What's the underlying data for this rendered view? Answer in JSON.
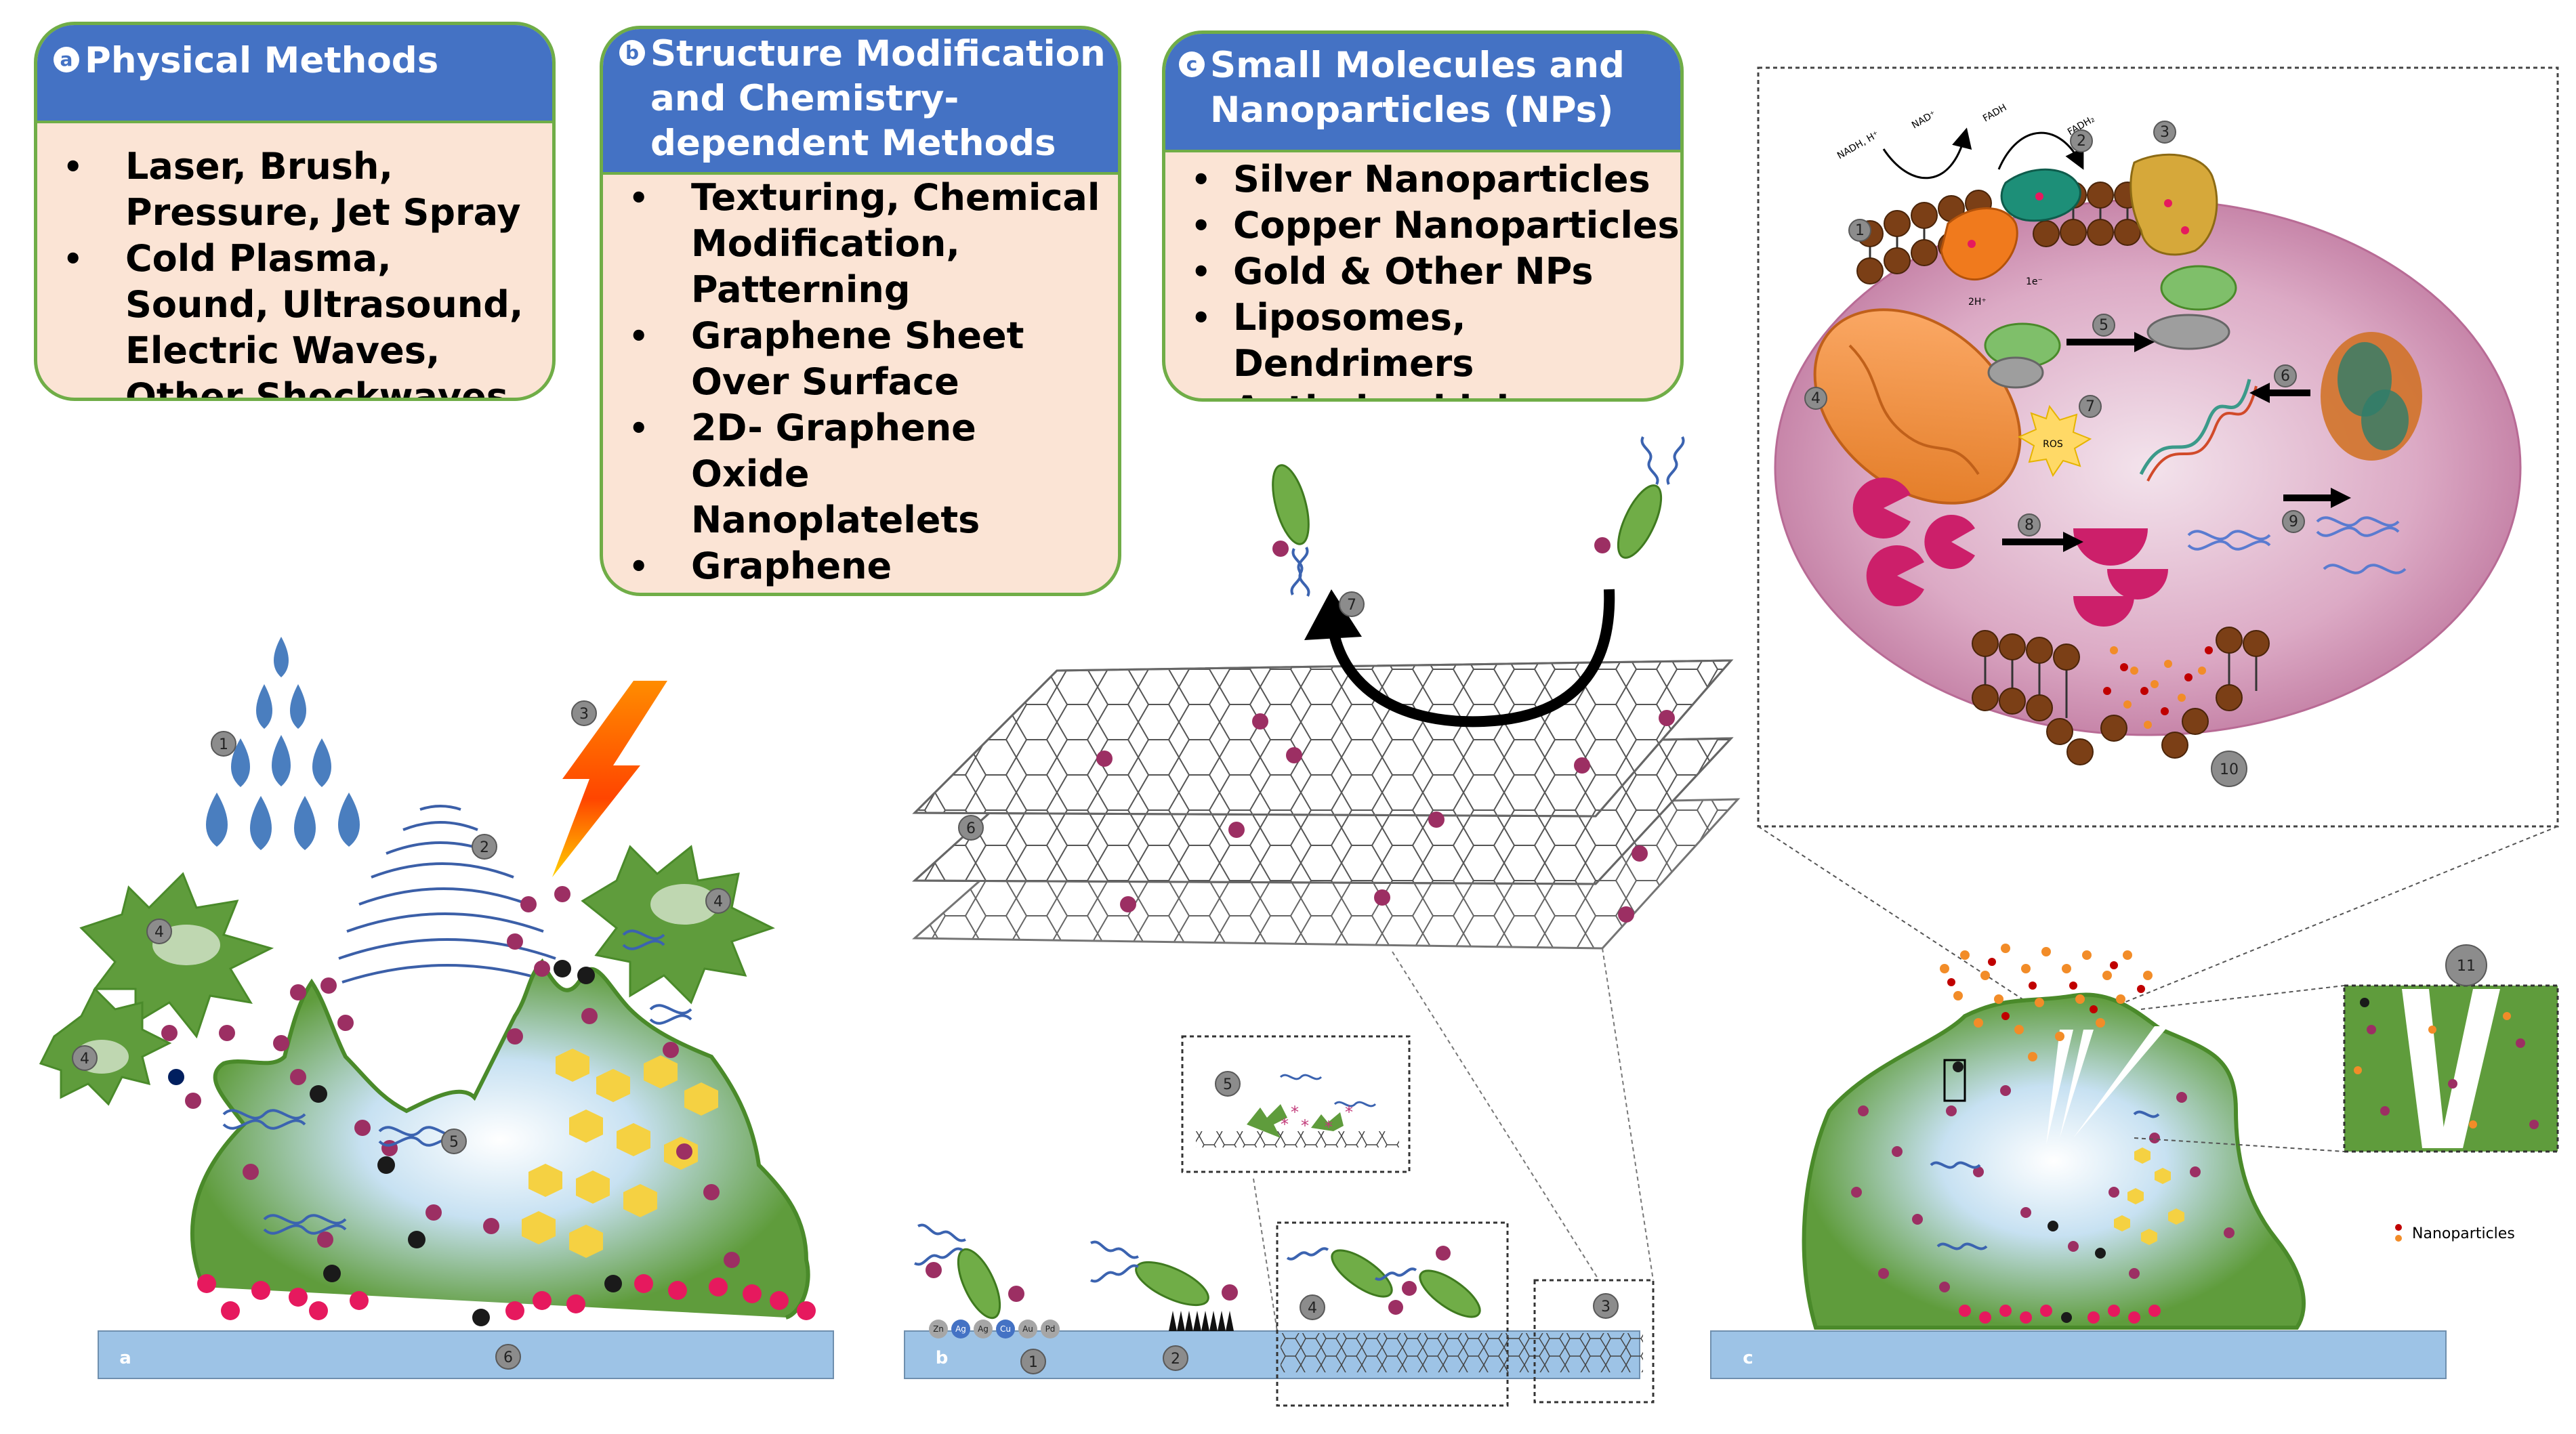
{
  "panels": {
    "a": {
      "badge": "a",
      "title": "Physical Methods",
      "items": [
        "Laser, Brush, Pressure, Jet Spray",
        "Cold Plasma, Sound, Ultrasound, Electric Waves, Other Shockwaves"
      ]
    },
    "b": {
      "badge": "b",
      "title": "Structure Modification and Chemistry-dependent Methods",
      "items": [
        "Texturing, Chemical Modification, Patterning",
        "Graphene Sheet Over Surface",
        "2D- Graphene Oxide Nanoplatelets",
        "Graphene Nanoplatelets"
      ]
    },
    "c": {
      "badge": "c",
      "title": "Small Molecules and Nanoparticles (NPs)",
      "items": [
        "Silver Nanoparticles",
        "Copper Nanoparticles",
        "Gold & Other NPs",
        "Liposomes, Dendrimers",
        "Antimicrobial Peptides"
      ]
    }
  },
  "diagram": {
    "surface_labels": {
      "a": "a",
      "b": "b",
      "c": "c"
    },
    "numbers_a": [
      "1",
      "2",
      "3",
      "4",
      "4",
      "4",
      "5",
      "6"
    ],
    "numbers_b": [
      "1",
      "2",
      "3",
      "4",
      "5",
      "6",
      "7"
    ],
    "numbers_c": [
      "11"
    ],
    "numbers_cell": [
      "1",
      "2",
      "3",
      "4",
      "5",
      "6",
      "7",
      "8",
      "9",
      "10"
    ],
    "ion_labels": [
      "Zn",
      "Ag",
      "Ag",
      "Cu",
      "Au",
      "Pd"
    ],
    "legend_label": "Nanoparticles",
    "membrane_labels": [
      "NADH, H⁺",
      "NAD⁺",
      "FADH",
      "FADH₂",
      "2H⁺",
      "1e⁻",
      "ROS"
    ]
  },
  "colors": {
    "header_blue": "#4472c4",
    "panel_fill": "#fbe4d5",
    "panel_border": "#70ad47",
    "biofilm_green": "#5f9c3c",
    "surface_blue": "#9dc3e6",
    "particle_magenta": "#9c2f63",
    "particle_pink": "#e6195e",
    "particle_yellow": "#f5d142",
    "cell_pink": "#d8a3bf"
  }
}
